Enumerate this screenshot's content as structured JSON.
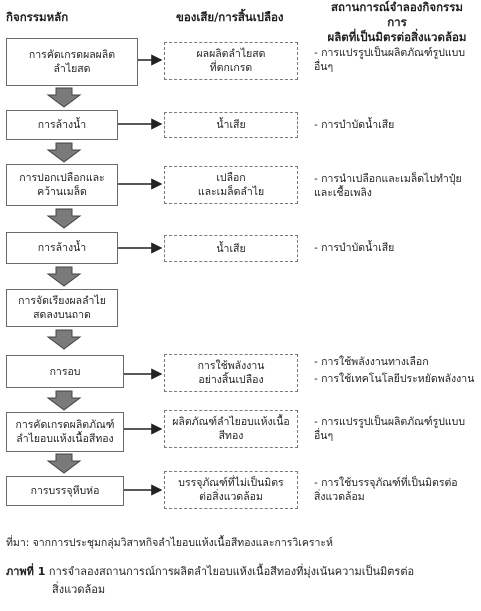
{
  "headers": {
    "main": "กิจกรรมหลัก",
    "waste": "ของเสีย/การสิ้นเปลือง",
    "green": "สถานการณ์จำลองกิจกรรมการ\nผลิตที่เป็นมิตรต่อสิ่งแวดล้อม"
  },
  "steps": [
    {
      "label": "การคัดเกรดผลผลิต\nลำไยสด",
      "waste": "ผลผลิตลำไยสด\nที่ตกเกรด",
      "green": [
        "- การแปรรูปเป็นผลิตภัณฑ์รูปแบบ\n  อื่นๆ"
      ]
    },
    {
      "label": "การล้างน้ำ",
      "waste": "น้ำเสีย",
      "green": [
        "- การบำบัดน้ำเสีย"
      ]
    },
    {
      "label": "การปอกเปลือกและ\nคว้านเมล็ด",
      "waste": "เปลือก\nและเมล็ดลำไย",
      "green": [
        "- การนำเปลือกและเมล็ดไปทำปุ๋ย\n  และเชื้อเพลิง"
      ]
    },
    {
      "label": "การล้างน้ำ",
      "waste": "น้ำเสีย",
      "green": [
        "- การบำบัดน้ำเสีย"
      ]
    },
    {
      "label": "การจัดเรียงผลลำไย\nสดลงบนถาด",
      "waste": "",
      "green": []
    },
    {
      "label": "การอบ",
      "waste": "การใช้พลังงาน\nอย่างสิ้นเปลือง",
      "green": [
        "- การใช้พลังงานทางเลือก",
        "- การใช้เทคโนโลยีประหยัดพลังงาน"
      ]
    },
    {
      "label": "การคัดเกรดผลิตภัณฑ์\nลำไยอบแห้งเนื้อสีทอง",
      "waste": "ผลิตภัณฑ์ลำไยอบแห้งเนื้อ\nสีทอง",
      "green": [
        "- การแปรรูปเป็นผลิตภัณฑ์รูปแบบ\n  อื่นๆ"
      ]
    },
    {
      "label": "การบรรจุหีบห่อ",
      "waste": "บรรจุภัณฑ์ที่ไม่เป็นมิตร\nต่อสิ่งแวดล้อม",
      "green": [
        "- การใช้บรรจุภัณฑ์ที่เป็นมิตรต่อ\n  สิ่งแวดล้อม"
      ]
    }
  ],
  "source": "ที่มา: จากการประชุมกลุ่มวิสาหกิจลำไยอบแห้งเนื้อสีทองและการวิเคราะห์",
  "caption": {
    "label": "ภาพที่ 1",
    "text": "การจำลองสถานการณ์การผลิตลำไยอบแห้งเนื้อสีทองที่มุ่งเน้นความเป็นมิตรต่อ",
    "text2": "สิ่งแวดล้อม"
  }
}
